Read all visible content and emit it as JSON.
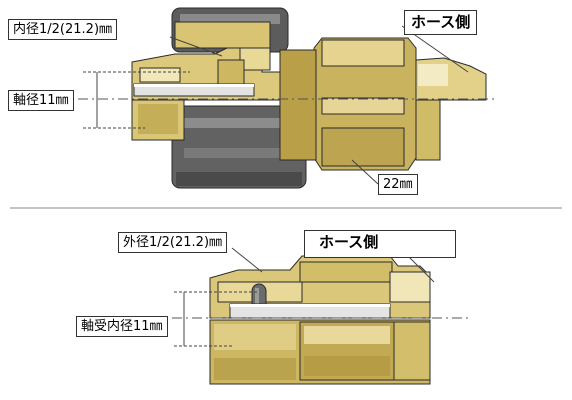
{
  "labels": {
    "top_inner_diameter": "内径1/2(21.2)㎜",
    "top_hose_side": "ホース側",
    "top_shaft_diameter": "軸径11㎜",
    "top_hex_size": "22㎜",
    "bottom_outer_diameter": "外径1/2(21.2)㎜",
    "bottom_hose_side": "ホース側",
    "bottom_bearing_inner_diameter": "軸受内径11㎜"
  },
  "colors": {
    "brass_light": "#e6d591",
    "brass_mid": "#c8b25c",
    "brass_dark": "#8f7a2a",
    "rubber_gray": "#7b7b7b",
    "rubber_dark": "#4a4a4a",
    "steel": "#d9d9d9",
    "outline": "#2a2a2a"
  }
}
